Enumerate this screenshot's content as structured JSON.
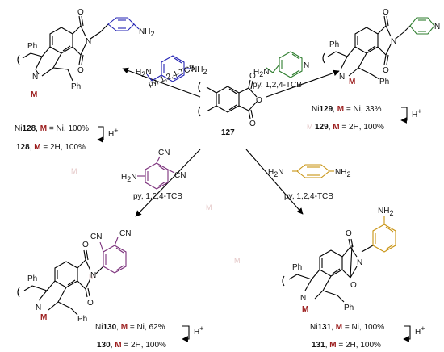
{
  "central": {
    "id": "127"
  },
  "conditions": "py, 1,2,4-TCB",
  "acid": "H",
  "acid_sup": "+",
  "ghost_letter": "M",
  "colors": {
    "metal": "#9b1c1c",
    "amine_128": "#2323b4",
    "amine_129": "#2e7d2e",
    "amine_130": "#7b2f7b",
    "amine_131": "#c89312",
    "bond": "#000000"
  },
  "reagents": {
    "r128": {
      "group1": "H",
      "group1_sub": "2",
      "group1_tail": "N",
      "group2": "NH",
      "group2_sub": "2"
    },
    "r129": {
      "group1": "H",
      "group1_sub": "2",
      "group1_tail": "N",
      "ring_atom": "N"
    },
    "r130": {
      "amine": "H",
      "amine_sub": "2",
      "amine_tail": "N",
      "cn1": "CN",
      "cn2": "CN"
    },
    "r131": {
      "group1": "H",
      "group1_sub": "2",
      "group1_tail": "N",
      "group2": "NH",
      "group2_sub": "2"
    }
  },
  "product_128": {
    "amine_label": "NH",
    "amine_sub": "2",
    "imide_n": "N",
    "o1": "O",
    "o2": "O",
    "ring_n": "N",
    "metal": "M",
    "ph1": "Ph",
    "ph2": "Ph",
    "line1": {
      "prefix": "Ni",
      "num": "128",
      "sep": ", ",
      "m": "M",
      "rest": " = Ni, 100%"
    },
    "line2": {
      "num": "128",
      "sep": ", ",
      "m": "M",
      "rest": " = 2H, 100%"
    }
  },
  "product_129": {
    "pyr_n": "N",
    "imide_n": "N",
    "o1": "O",
    "o2": "O",
    "ring_n": "N",
    "metal": "M",
    "ph1": "Ph",
    "ph2": "Ph",
    "line1": {
      "prefix": "Ni",
      "num": "129",
      "sep": ", ",
      "m": "M",
      "rest": " = Ni, 33%"
    },
    "line2": {
      "num": "129",
      "sep": ", ",
      "m": "M",
      "rest": " = 2H, 100%"
    }
  },
  "product_130": {
    "cn1": "CN",
    "cn2": "CN",
    "imide_n": "N",
    "o1": "O",
    "o2": "O",
    "ring_n": "N",
    "metal": "M",
    "ph1": "Ph",
    "ph2": "Ph",
    "line1": {
      "prefix": "Ni",
      "num": "130",
      "sep": ", ",
      "m": "M",
      "rest": " = Ni, 62%"
    },
    "line2": {
      "num": "130",
      "sep": ", ",
      "m": "M",
      "rest": " = 2H, 100%"
    }
  },
  "product_131": {
    "amine_label": "NH",
    "amine_sub": "2",
    "imide_n": "N",
    "o1": "O",
    "o2": "O",
    "ring_n": "N",
    "metal": "M",
    "ph1": "Ph",
    "ph2": "Ph",
    "line1": {
      "prefix": "Ni",
      "num": "131",
      "sep": ", ",
      "m": "M",
      "rest": " = Ni, 100%"
    },
    "line2": {
      "num": "131",
      "sep": ", ",
      "m": "M",
      "rest": " = 2H, 100%"
    }
  }
}
